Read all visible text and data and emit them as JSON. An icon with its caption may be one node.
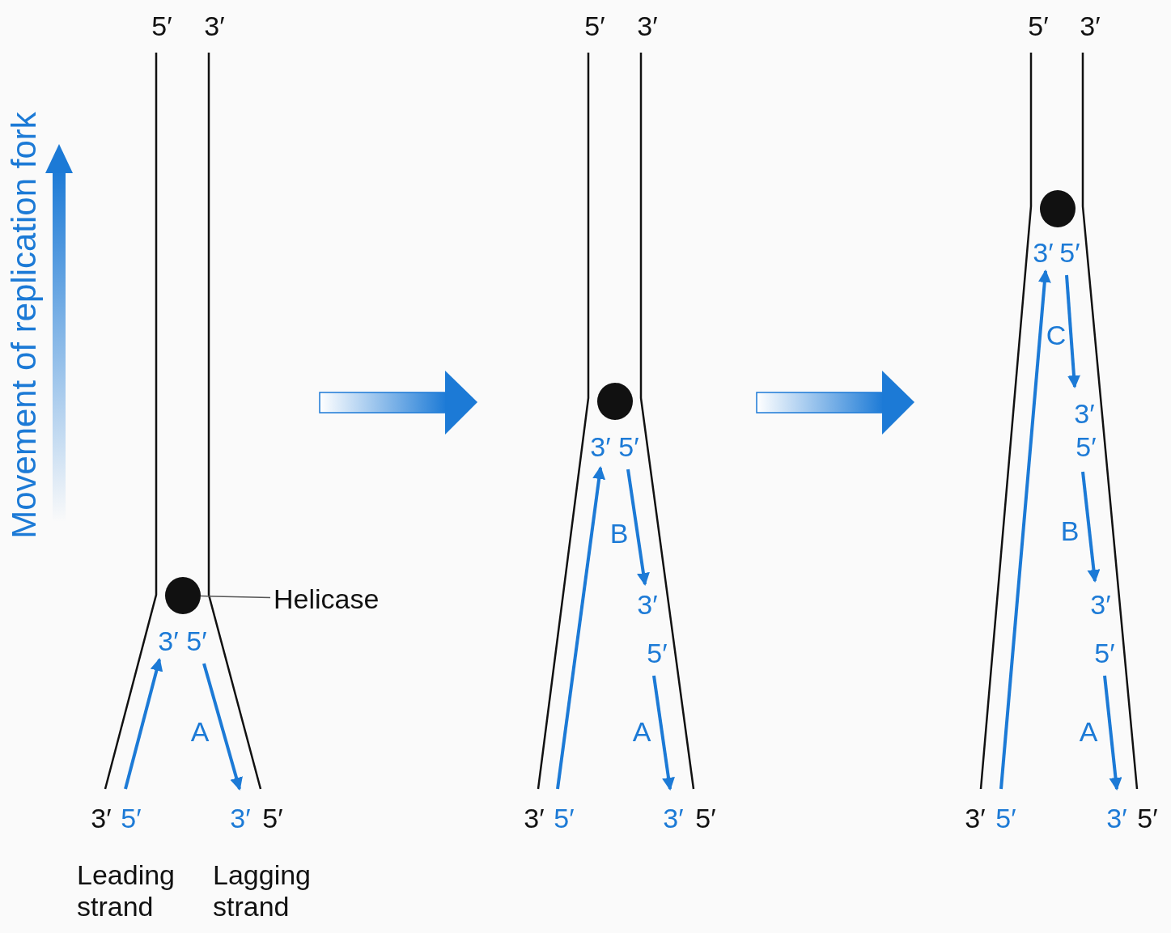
{
  "diagram": {
    "nodes": [
      {
        "text": [],
        "shape": "circle"
      },
      {
        "text": [
          "Helicase"
        ]
      },
      {
        "text": [],
        "shape": "circle"
      },
      {
        "text": [],
        "shape": "circle"
      }
    ],
    "edges": [
      {
        "from": 1,
        "to": 0,
        "arrow": "none"
      }
    ],
    "labels": [
      "Movement of replication fork",
      "5′",
      "3′",
      "3′",
      "5′",
      "A",
      "3′",
      "5′",
      "3′",
      "5′",
      "Leading strand",
      "Lagging strand",
      "5′",
      "3′",
      "3′",
      "5′",
      "B",
      "3′",
      "5′",
      "A",
      "3′",
      "5′",
      "3′",
      "5′",
      "5′",
      "3′",
      "3′",
      "5′",
      "C",
      "3′",
      "5′",
      "B",
      "3′",
      "5′",
      "A",
      "3′",
      "5′",
      "3′",
      "5′"
    ]
  }
}
